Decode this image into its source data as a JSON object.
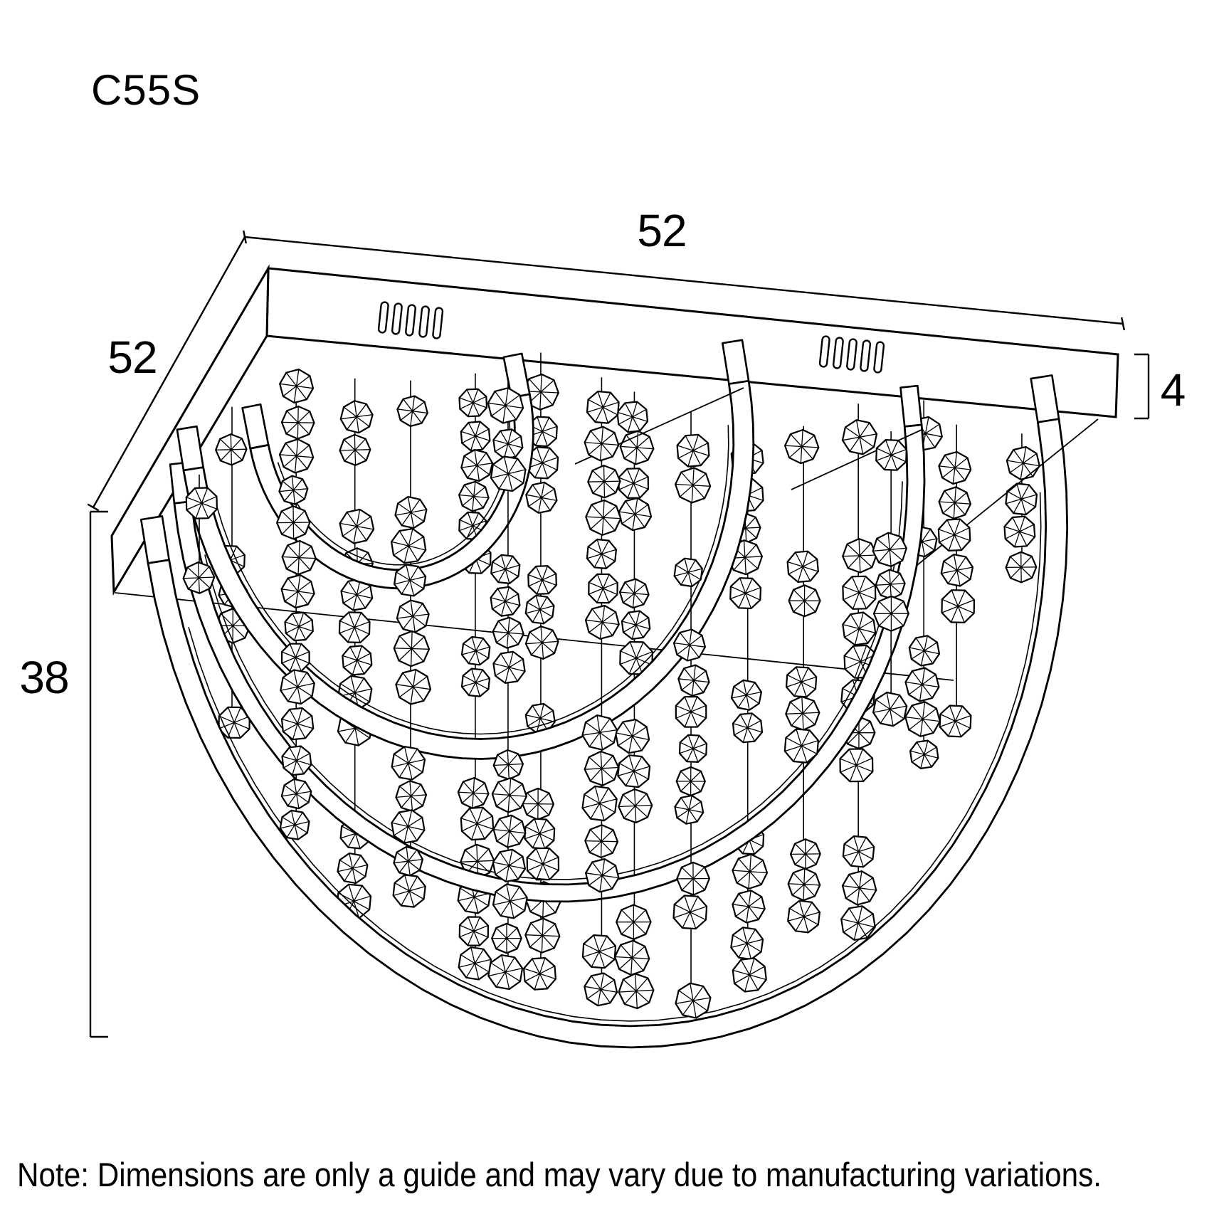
{
  "title": "C55S",
  "dimensions": {
    "top_width": "52",
    "left_depth": "52",
    "plate_thickness": "4",
    "drop_height": "38"
  },
  "note": "Note: Dimensions are only a guide and may vary due to manufacturing variations.",
  "colors": {
    "line": "#000000",
    "background": "#ffffff"
  }
}
